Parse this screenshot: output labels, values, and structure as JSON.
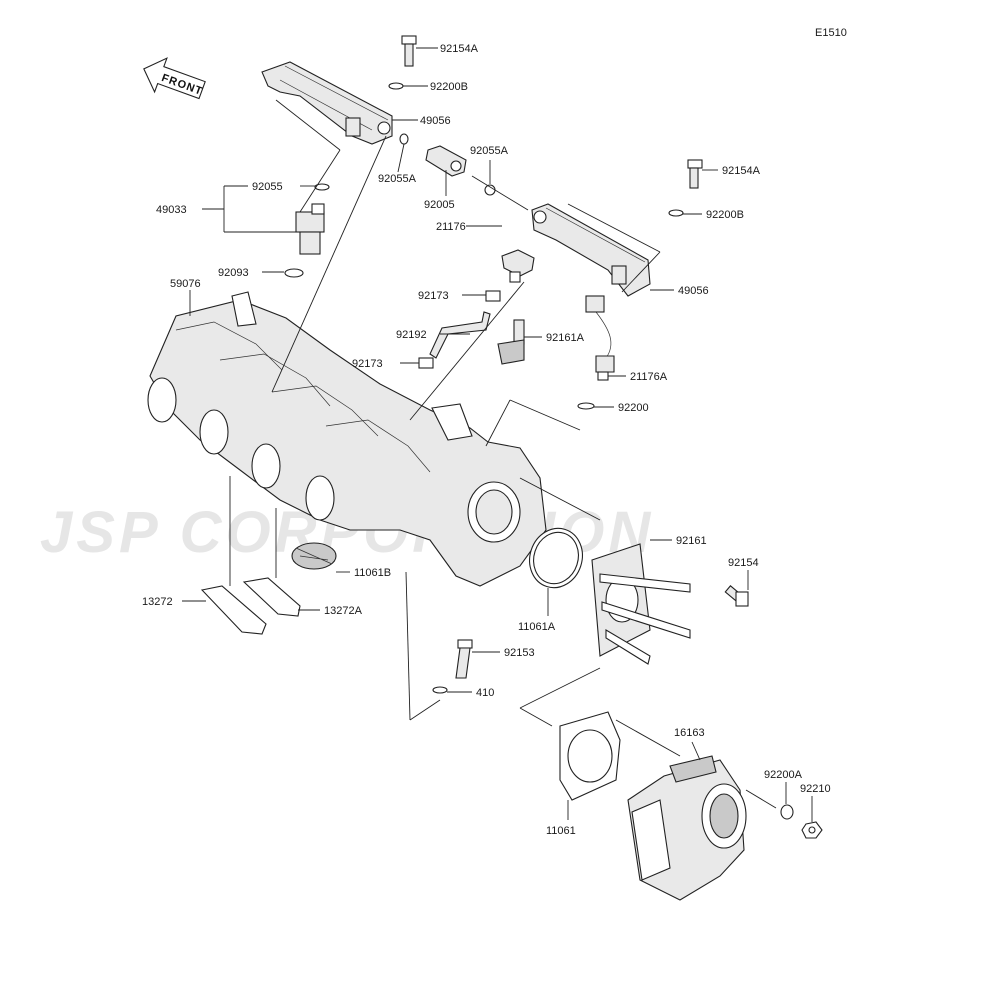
{
  "diagram": {
    "code": "E1510",
    "front_label": "FRONT",
    "watermark": "JSP CORPORATION",
    "parts": [
      {
        "id": "p-92154A-top",
        "label": "92154A"
      },
      {
        "id": "p-92200B-top",
        "label": "92200B"
      },
      {
        "id": "p-49056-top",
        "label": "49056"
      },
      {
        "id": "p-92055A-left",
        "label": "92055A"
      },
      {
        "id": "p-92055A-right",
        "label": "92055A"
      },
      {
        "id": "p-92005",
        "label": "92005"
      },
      {
        "id": "p-92055",
        "label": "92055"
      },
      {
        "id": "p-49033",
        "label": "49033"
      },
      {
        "id": "p-92093",
        "label": "92093"
      },
      {
        "id": "p-92154A-right",
        "label": "92154A"
      },
      {
        "id": "p-92200B-right",
        "label": "92200B"
      },
      {
        "id": "p-49056-right",
        "label": "49056"
      },
      {
        "id": "p-21176",
        "label": "21176"
      },
      {
        "id": "p-59076",
        "label": "59076"
      },
      {
        "id": "p-92173-top",
        "label": "92173"
      },
      {
        "id": "p-92192",
        "label": "92192"
      },
      {
        "id": "p-92161A",
        "label": "92161A"
      },
      {
        "id": "p-92173-bottom",
        "label": "92173"
      },
      {
        "id": "p-21176A",
        "label": "21176A"
      },
      {
        "id": "p-92200",
        "label": "92200"
      },
      {
        "id": "p-92161",
        "label": "92161"
      },
      {
        "id": "p-92154",
        "label": "92154"
      },
      {
        "id": "p-11061B",
        "label": "11061B"
      },
      {
        "id": "p-13272",
        "label": "13272"
      },
      {
        "id": "p-13272A",
        "label": "13272A"
      },
      {
        "id": "p-11061A",
        "label": "11061A"
      },
      {
        "id": "p-92153",
        "label": "92153"
      },
      {
        "id": "p-410",
        "label": "410"
      },
      {
        "id": "p-16163",
        "label": "16163"
      },
      {
        "id": "p-92200A",
        "label": "92200A"
      },
      {
        "id": "p-92210",
        "label": "92210"
      },
      {
        "id": "p-11061",
        "label": "11061"
      }
    ]
  }
}
